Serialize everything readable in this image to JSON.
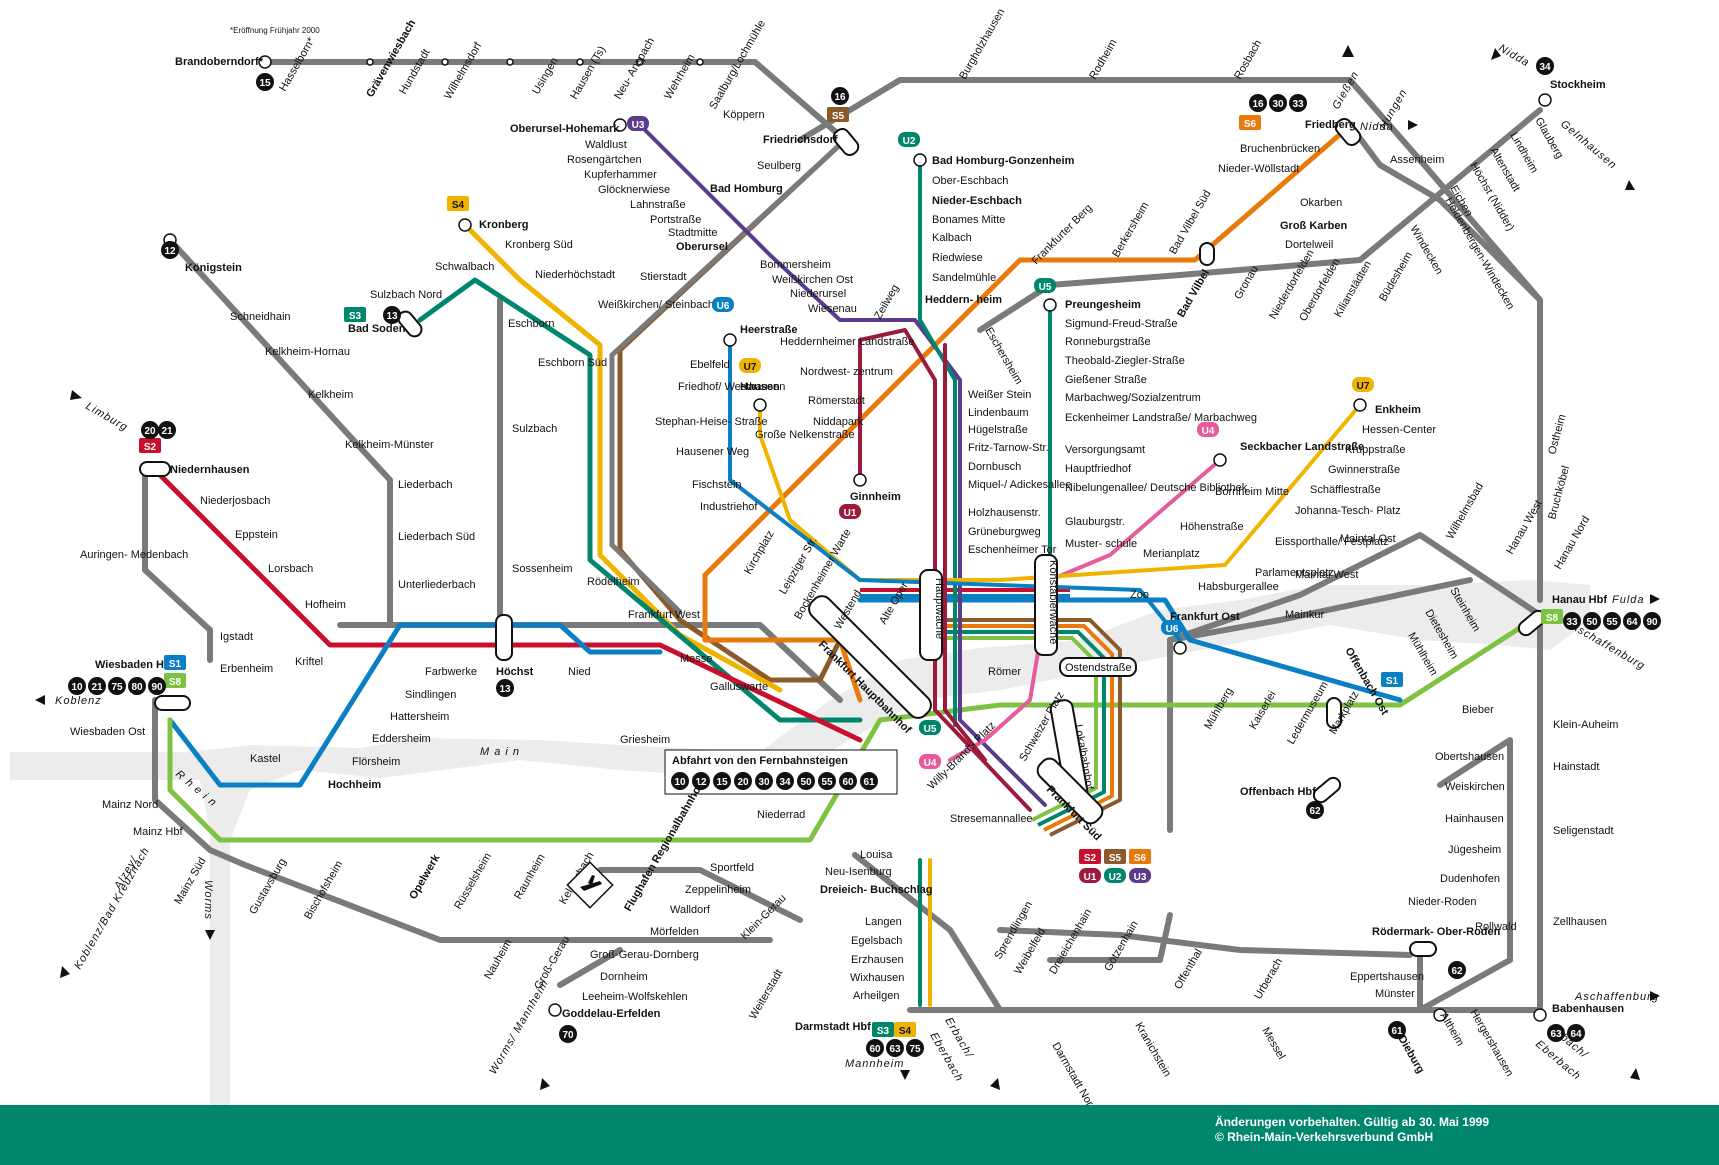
{
  "colors": {
    "S1": "#0a7fc4",
    "S2": "#c8102e",
    "S3": "#00866c",
    "S4": "#f0b400",
    "S5": "#8b5a2b",
    "S6": "#e87a0a",
    "S8": "#7dc242",
    "U1": "#9c1b3c",
    "U2": "#00866c",
    "U3": "#5b3c8c",
    "U4": "#e75b9c",
    "U5": "#00866c",
    "U6": "#0a7fc4",
    "U7": "#f0b400",
    "regional": "#7a7a7a",
    "footer": "#00866c"
  },
  "note": "*Eröffnung Frühjahr 2000",
  "footer": {
    "line1": "Änderungen vorbehalten. Gültig ab 30. Mai 1999",
    "line2": "© Rhein-Main-Verkehrsverbund GmbH"
  },
  "fernbahn": {
    "title": "Abfahrt von den Fernbahnsteigen",
    "lines": [
      "10",
      "12",
      "15",
      "20",
      "30",
      "34",
      "50",
      "55",
      "60",
      "61"
    ]
  },
  "directions": {
    "limburg": "Limburg",
    "koblenz": "Koblenz",
    "giessen": "Gießen",
    "hungen": "Hungen",
    "nidda1": "Nidda",
    "nidda2": "Nidda",
    "gelnhausen": "Gelnhausen",
    "fulda": "Fulda",
    "aschaffenburg1": "Aschaffenburg",
    "aschaffenburg2": "Aschaffenburg",
    "erbach1": "Erbach/",
    "eberbach1": "Eberbach",
    "erbach2": "Erbach/",
    "eberbach2": "Eberbach",
    "mannheim": "Mannheim",
    "worms": "Worms",
    "worms_mannheim": "Worms/ Mannheim",
    "alzey": "Alzey/",
    "koblenz_kreuznach": "Koblenz/Bad Kreuznach",
    "main": "M a i n",
    "rhein": "R h e i n"
  },
  "badges": {
    "S1a": "S1",
    "S1b": "S1",
    "S2": "S2",
    "S3": "S3",
    "S4a": "S4",
    "S4b": "S4",
    "S5": "S5",
    "S6a": "S6",
    "S8a": "S8",
    "S8b": "S8",
    "S3b": "S3",
    "U1": "U1",
    "U2": "U2",
    "U3": "U3",
    "U4a": "U4",
    "U4b": "U4",
    "U5a": "U5",
    "U5b": "U5",
    "U6a": "U6",
    "U6b": "U6",
    "U7a": "U7",
    "U7b": "U7",
    "legend_S2": "S2",
    "legend_S5": "S5",
    "legend_S6": "S6",
    "legend_U1": "U1",
    "legend_U2": "U2",
    "legend_U3": "U3"
  },
  "circles": {
    "c15": "15",
    "c16": "16",
    "c12": "12",
    "c13a": "13",
    "c13b": "13",
    "c20": "20",
    "c21": "21",
    "c34": "34",
    "c16b": "16",
    "c30": "30",
    "c33": "33",
    "w10": "10",
    "w21": "21",
    "w75": "75",
    "w80": "80",
    "w90": "90",
    "h33": "33",
    "h50": "50",
    "h55": "55",
    "h64": "64",
    "h90": "90",
    "o62": "62",
    "r62": "62",
    "b63": "63",
    "b64": "64",
    "d61": "61",
    "da60": "60",
    "da63": "63",
    "da75": "75",
    "g70": "70"
  },
  "stations": {
    "brandoberndorf": "Brandoberndorf*",
    "hasselborn": "Hasselborn*",
    "graevenwiesbach": "Grävenwiesbach",
    "hundstadt": "Hundstadt",
    "wilhelmsdorf": "Wilhelmsdorf",
    "usingen": "Usingen",
    "hausen_ts": "Hausen (Ts)",
    "neu_anspach": "Neu- Anspach",
    "wehrheim": "Wehrheim",
    "saalburg": "Saalburg/Lochmühle",
    "koeppern": "Köppern",
    "friedrichsdorf": "Friedrichsdorf",
    "seulberg": "Seulberg",
    "bad_homburg": "Bad Homburg",
    "burgholzhausen": "Burgholzhausen",
    "rodheim": "Rodheim",
    "rosbach": "Rosbach",
    "oberursel_hohemark": "Oberursel-Hohemark",
    "waldlust": "Waldlust",
    "rosengaertchen": "Rosengärtchen",
    "kupferhammer": "Kupferhammer",
    "gloeckner": "Glöcknerwiese",
    "lahnstrasse": "Lahnstraße",
    "portstrasse": "Portstraße",
    "stadtmitte": "Stadtmitte",
    "oberursel": "Oberursel",
    "bommersheim": "Bommersheim",
    "weisskirchen_ost": "Weißkirchen Ost",
    "niederursel": "Niederursel",
    "wiesenau": "Wiesenau",
    "stierstadt": "Stierstadt",
    "weisskirchen_steinbach": "Weißkirchen/ Steinbach",
    "kronberg": "Kronberg",
    "kronberg_sued": "Kronberg Süd",
    "schwalbach": "Schwalbach",
    "niederhoechstadt": "Niederhöchstadt",
    "sulzbach_nord": "Sulzbach Nord",
    "bad_soden": "Bad Soden",
    "eschborn": "Eschborn",
    "eschborn_sued": "Eschborn Süd",
    "koenigstein": "Königstein",
    "schneidhain": "Schneidhain",
    "kelkheim_hornau": "Kelkheim-Hornau",
    "kelkheim": "Kelkheim",
    "kelkheim_muenster": "Kelkheim-Münster",
    "liederbach": "Liederbach",
    "liederbach_sued": "Liederbach Süd",
    "unterliederbach": "Unterliederbach",
    "sulzbach": "Sulzbach",
    "sossenheim": "Sossenheim",
    "niedernhausen": "Niedernhausen",
    "niederjosbach": "Niederjosbach",
    "eppstein": "Eppstein",
    "lorsbach": "Lorsbach",
    "hofheim": "Hofheim",
    "kriftel": "Kriftel",
    "auringen": "Auringen- Medenbach",
    "igstadt": "Igstadt",
    "erbenheim": "Erbenheim",
    "wiesbaden_hbf": "Wiesbaden Hbf",
    "wiesbaden_ost": "Wiesbaden Ost",
    "farbwerke": "Farbwerke",
    "hoechst": "Höchst",
    "nied": "Nied",
    "sindlingen": "Sindlingen",
    "hattersheim": "Hattersheim",
    "eddersheim": "Eddersheim",
    "floersheim": "Flörsheim",
    "hochheim": "Hochheim",
    "kastel": "Kastel",
    "mainz_nord": "Mainz Nord",
    "mainz_hbf": "Mainz Hbf",
    "mainz_sued": "Mainz Süd",
    "gustavsburg": "Gustavsburg",
    "bischofsheim": "Bischofsheim",
    "opelwerk": "Opelwerk",
    "ruesselsheim": "Rüsselsheim",
    "raunheim": "Raunheim",
    "kelsterbach": "Kelsterbach",
    "flughafen": "Flughafen Regionalbahnhof",
    "sportfeld": "Sportfeld",
    "zeppelinheim": "Zeppelinheim",
    "walldorf": "Walldorf",
    "moerfelden": "Mörfelden",
    "klein_gerau": "Klein-Gerau",
    "gg_dornberg": "Groß-Gerau-Dornberg",
    "dornheim": "Dornheim",
    "leeheim": "Leeheim-Wolfskehlen",
    "goddelau": "Goddelau-Erfelden",
    "nauheim": "Nauheim",
    "gross_gerau": "Groß-Gerau",
    "weiterstadt": "Weiterstadt",
    "darmstadt_hbf": "Darmstadt Hbf",
    "arheilgen": "Arheilgen",
    "wixhausen": "Wixhausen",
    "erzhausen": "Erzhausen",
    "egelsbach": "Egelsbach",
    "langen": "Langen",
    "dreieich": "Dreieich- Buchschlag",
    "neu_isenburg": "Neu-Isenburg",
    "louisa": "Louisa",
    "niederrad": "Niederrad",
    "griesheim": "Griesheim",
    "galluswarte": "Galluswarte",
    "messe": "Messe",
    "frankfurt_west": "Frankfurt West",
    "roedelheim": "Rödelheim",
    "hauptbahnhof": "Frankfurt Hauptbahnhof",
    "hauptwache": "Hauptwache",
    "konstablerwache": "Konstablerwache",
    "ostendstrasse": "Ostendstraße",
    "lokalbahnhof": "Lokalbahnhof",
    "frankfurt_sued": "Frankfurt Süd",
    "stresemannallee": "Stresemannallee",
    "willy_brandt": "Willy-Brandt- Platz",
    "schweizer_platz": "Schweizer Platz",
    "roemer": "Römer",
    "zoo": "Zoo",
    "frankfurt_ost": "Frankfurt Ost",
    "mainkur": "Mainkur",
    "maintal_west": "Maintal West",
    "maintal_ost": "Maintal Ost",
    "wilhelmsbad": "Wilhelmsbad",
    "hanau_west": "Hanau West",
    "hanau_nord": "Hanau Nord",
    "hanau_hbf": "Hanau Hbf",
    "steinheim": "Steinheim",
    "dietesheim": "Dietesheim",
    "muehlheim": "Mühlheim",
    "offenbach_ost": "Offenbach Ost",
    "markplatz": "Markplatz",
    "ledermuseum": "Ledermuseum",
    "kaiserlei": "Kaiserlei",
    "muehlberg": "Mühlberg",
    "offenbach_hbf": "Offenbach Hbf",
    "bieber": "Bieber",
    "obertshausen": "Obertshausen",
    "weiskirchen": "Weiskirchen",
    "hainhausen": "Hainhausen",
    "juegesheim": "Jügesheim",
    "dudenhofen": "Dudenhofen",
    "nieder_roden": "Nieder-Roden",
    "rollwald": "Rollwald",
    "roedermark": "Rödermark- Ober-Roden",
    "eppertshausen": "Eppertshausen",
    "muenster": "Münster",
    "dieburg": "Dieburg",
    "altheim": "Altheim",
    "hergershausen": "Hergershausen",
    "babenhausen": "Babenhausen",
    "klein_auheim": "Klein-Auheim",
    "hainstadt": "Hainstadt",
    "seligenstadt": "Seligenstadt",
    "zellhausen": "Zellhausen",
    "ostheim": "Ostheim",
    "bruchkoebel": "Bruchköbel",
    "stockheim": "Stockheim",
    "glauberg": "Glauberg",
    "lindheim": "Lindheim",
    "altenstadt": "Altenstadt",
    "hoechst_nidder": "Höchst (Nidder)",
    "eichen": "Eichen",
    "heldenbergen": "Heldenbergen-Windecken",
    "windecken": "Windecken",
    "friedberg": "Friedberg",
    "bruchenbruecken": "Bruchenbrücken",
    "nieder_woellstadt": "Nieder-Wöllstadt",
    "assenheim": "Assenheim",
    "okarben": "Okarben",
    "gross_karben": "Groß Karben",
    "dortelweil": "Dortelweil",
    "bad_vilbel": "Bad Vilbel",
    "bad_vilbel_sued": "Bad Vilbel Süd",
    "berkersheim": "Berkersheim",
    "frankfurter_berg": "Frankfurter Berg",
    "eschersheim": "Eschersheim",
    "gronau": "Gronau",
    "niederdorfelden": "Niederdorfelden",
    "oberdorfelden": "Oberdorfelden",
    "kilianstaedten": "Kilianstädten",
    "buedesheim": "Büdesheim",
    "bad_homburg_gonzenheim": "Bad Homburg-Gonzenheim",
    "ober_eschbach": "Ober-Eschbach",
    "nieder_eschbach": "Nieder-Eschbach",
    "bonames_mitte": "Bonames Mitte",
    "kalbach": "Kalbach",
    "riedwiese": "Riedwiese",
    "sandelmuehle": "Sandelmühle",
    "heddernheim": "Heddern- heim",
    "zeilweg": "Zeilweg",
    "heddernheimer_landstr": "Heddernheimer Landstraße",
    "nordwestzentrum": "Nordwest- zentrum",
    "roemerstadt": "Römerstadt",
    "niddapark": "Niddapark",
    "ginnheim": "Ginnheim",
    "heerstrasse": "Heerstraße",
    "ebelfeld": "Ebelfeld",
    "friedhof_westhausen": "Friedhof/ Westhausen",
    "stephan_heise": "Stephan-Heise- Straße",
    "hausener_weg": "Hausener Weg",
    "fischstein": "Fischstein",
    "industriehof": "Industriehof",
    "hausen": "Hausen",
    "grosse_nelken": "Große Nelkenstraße",
    "kirchplatz": "Kirchplatz",
    "leipziger": "Leipziger Str.",
    "bockenheimer_warte": "Bockenheimer Warte",
    "westend": "Westend",
    "alte_oper": "Alte Oper",
    "weisser_stein": "Weißer Stein",
    "lindenbaum": "Lindenbaum",
    "huegelstrasse": "Hügelstraße",
    "fritz_tarnow": "Fritz-Tarnow-Str.",
    "dornbusch": "Dornbusch",
    "miquel": "Miquel-/ Adickesallee",
    "holzhausen": "Holzhausenstr.",
    "grueneburgweg": "Grüneburgweg",
    "eschenheimer_tor": "Eschenheimer Tor",
    "preungesheim": "Preungesheim",
    "sigmund_freud": "Sigmund-Freud-Straße",
    "ronneburg": "Ronneburgstraße",
    "theobald": "Theobald-Ziegler-Straße",
    "giessener": "Gießener Straße",
    "marbachweg": "Marbachweg/Sozialzentrum",
    "eckenheimer": "Eckenheimer Landstraße/ Marbachweg",
    "versorgungsamt": "Versorgungsamt",
    "hauptfriedhof": "Hauptfriedhof",
    "nibelungenallee": "Nibelungenallee/ Deutsche Bibliothek",
    "glauburgstr": "Glauburgstr.",
    "musterschule": "Muster- schule",
    "merianplatz": "Merianplatz",
    "hoehenstrasse": "Höhenstraße",
    "bornheim_mitte": "Bornheim Mitte",
    "seckbacher": "Seckbacher Landstraße",
    "enkheim": "Enkheim",
    "hessen_center": "Hessen-Center",
    "kruppstrasse": "Kruppstraße",
    "gwinnerstrasse": "Gwinnerstraße",
    "schaeffle": "Schäfflestraße",
    "johanna_tesch": "Johanna-Tesch- Platz",
    "eissporthalle": "Eissporthalle/ Festplatz",
    "parlamentsplatz": "Parlamentsplatz",
    "habsburgerallee": "Habsburgerallee",
    "sprendlingen": "Sprendlingen",
    "weibelfeld": "Weibelfeld",
    "dreieichenhain": "Dreieichenhain",
    "goetzenhain": "Götzenhain",
    "offenthal": "Offenthal",
    "urberach": "Urberach",
    "darmstadt_nord": "Darmstadt Nord",
    "kranichstein": "Kranichstein",
    "messel": "Messel"
  }
}
